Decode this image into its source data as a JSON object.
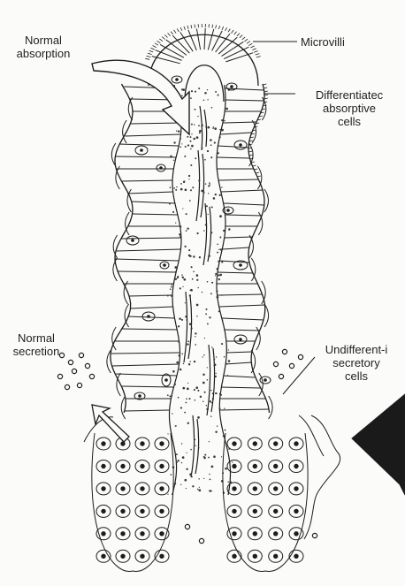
{
  "diagram": {
    "labels": {
      "normal_absorption": [
        "Normal",
        "absorption"
      ],
      "microvilli": "Microvilli",
      "differentiated_cells": [
        "Differentiatec",
        "absorptive",
        "cells"
      ],
      "normal_secretion": [
        "Normal",
        "secretion"
      ],
      "undifferentiated_cells": [
        "Undifferent-i",
        "secretory",
        "cells"
      ]
    },
    "colors": {
      "ink": "#1d1d1d",
      "background": "#fbfbf9",
      "stipple": "#3a3a3a"
    }
  }
}
